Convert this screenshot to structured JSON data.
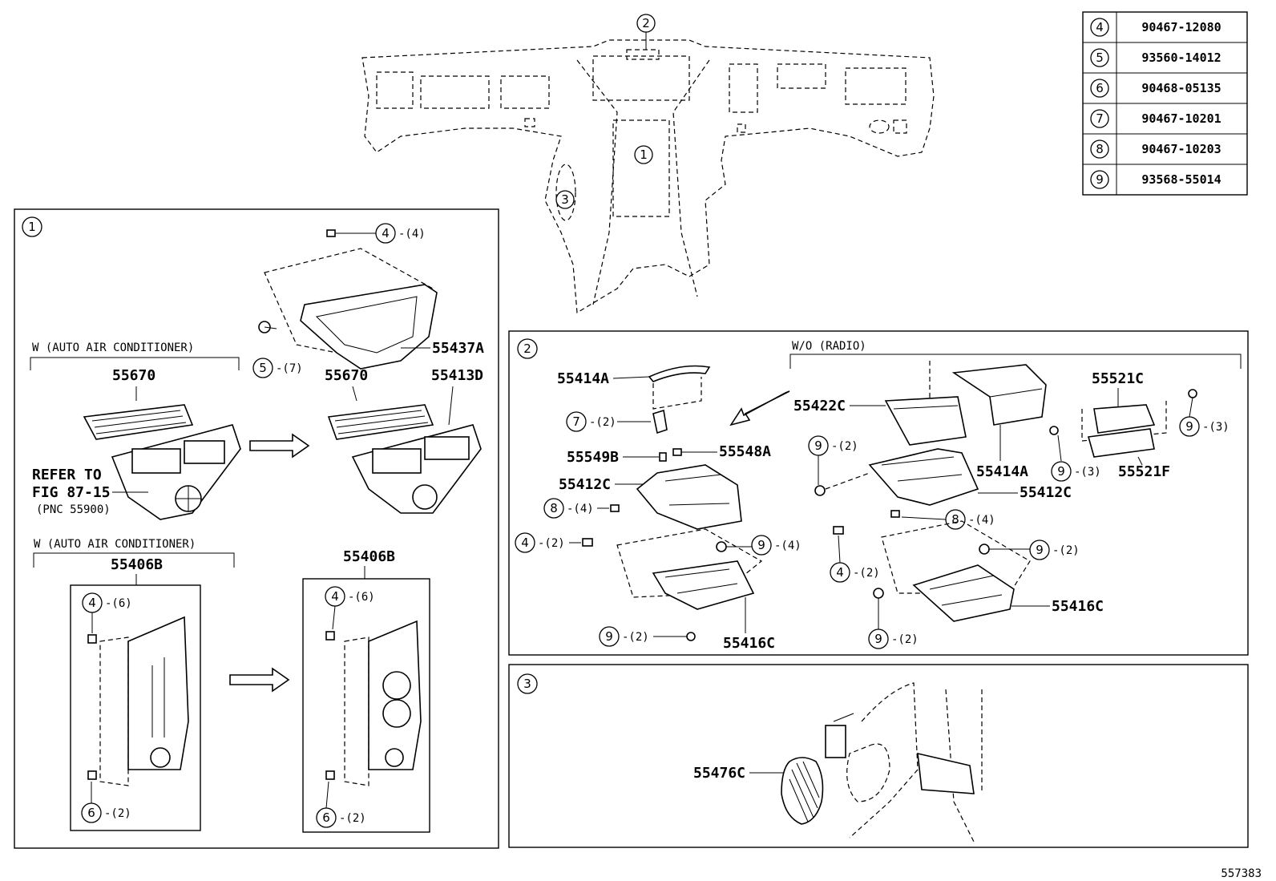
{
  "diagram_id": "557383",
  "legend": [
    {
      "ref": "4",
      "part": "90467-12080"
    },
    {
      "ref": "5",
      "part": "93560-14012"
    },
    {
      "ref": "6",
      "part": "90468-05135"
    },
    {
      "ref": "7",
      "part": "90467-10201"
    },
    {
      "ref": "8",
      "part": "90467-10203"
    },
    {
      "ref": "9",
      "part": "93568-55014"
    }
  ],
  "overview": {
    "ref1": "1",
    "ref2": "2",
    "ref3": "3"
  },
  "section1": {
    "ref": "1",
    "cond_a": "W (AUTO AIR CONDITIONER)",
    "cond_b": "W (AUTO AIR CONDITIONER)",
    "p55670_left": "55670",
    "p55670_right": "55670",
    "p55413D": "55413D",
    "p55437A": "55437A",
    "refer1": "REFER TO",
    "refer2": "FIG 87-15",
    "refer3": "(PNC 55900)",
    "c4": "4",
    "q4": "-(4)",
    "c5": "5",
    "q5": "-(7)",
    "p55406B_left": "55406B",
    "p55406B_right": "55406B",
    "c4b": "4",
    "q4b": "-(6)",
    "c6b": "6",
    "q6b": "-(2)",
    "c4c": "4",
    "q4c": "-(6)",
    "c6c": "6",
    "q6c": "-(2)"
  },
  "section2": {
    "ref": "2",
    "cond": "W/O (RADIO)",
    "p55414A_l": "55414A",
    "c7": "7",
    "q7": "-(2)",
    "p55549B": "55549B",
    "p55548A": "55548A",
    "p55412C_l": "55412C",
    "c8l": "8",
    "q8l": "-(4)",
    "c4l": "4",
    "q4l": "-(2)",
    "c9l1": "9",
    "q9l1": "-(4)",
    "c9l2": "9",
    "q9l2": "-(2)",
    "p55416C_l": "55416C",
    "p55422C": "55422C",
    "p55414A_r": "55414A",
    "p55521C": "55521C",
    "p55521F": "55521F",
    "c9r1": "9",
    "q9r1": "-(2)",
    "c9r2": "9",
    "q9r2": "-(3)",
    "c9r3": "9",
    "q9r3": "-(3)",
    "p55412C_r": "55412C",
    "c8r": "8",
    "q8r": "-(4)",
    "c4r": "4",
    "q4r": "-(2)",
    "c9r4": "9",
    "q9r4": "-(2)",
    "c9r5": "9",
    "q9r5": "-(2)",
    "p55416C_r": "55416C"
  },
  "section3": {
    "ref": "3",
    "p55476C": "55476C"
  }
}
